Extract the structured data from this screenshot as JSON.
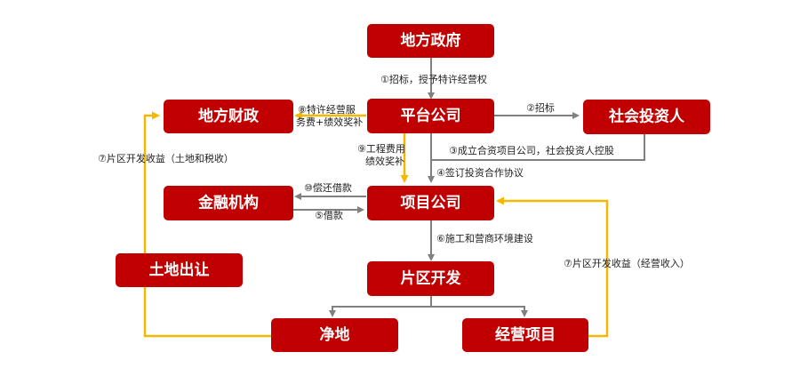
{
  "colors": {
    "node_fill": "#c00000",
    "gray_arrow": "#808080",
    "gold_arrow": "#f5b800"
  },
  "nodes": {
    "local_gov": "地方政府",
    "local_finance": "地方财政",
    "platform": "平台公司",
    "social_investor": "社会投资人",
    "financial": "金融机构",
    "project_company": "项目公司",
    "land_sale": "土地出让",
    "district_dev": "片区开发",
    "clean_land": "净地",
    "operating_project": "经营项目"
  },
  "labels": {
    "l1": "①招标，授予特许经营权",
    "l2": "②招标",
    "l3": "③成立合资项目公司，社会投资人控股",
    "l4": "④签订投资合作协议",
    "l5": "⑤借款",
    "l6": "⑥施工和营商环境建设",
    "l7a": "⑦片区开发收益（土地和税收）",
    "l7b": "⑦片区开发收益（经营收入）",
    "l8a": "⑧特许经营服",
    "l8b": "务费+绩效奖补",
    "l9a": "⑨工程费用",
    "l9b": "绩效奖补",
    "l10": "⑩偿还借款"
  }
}
